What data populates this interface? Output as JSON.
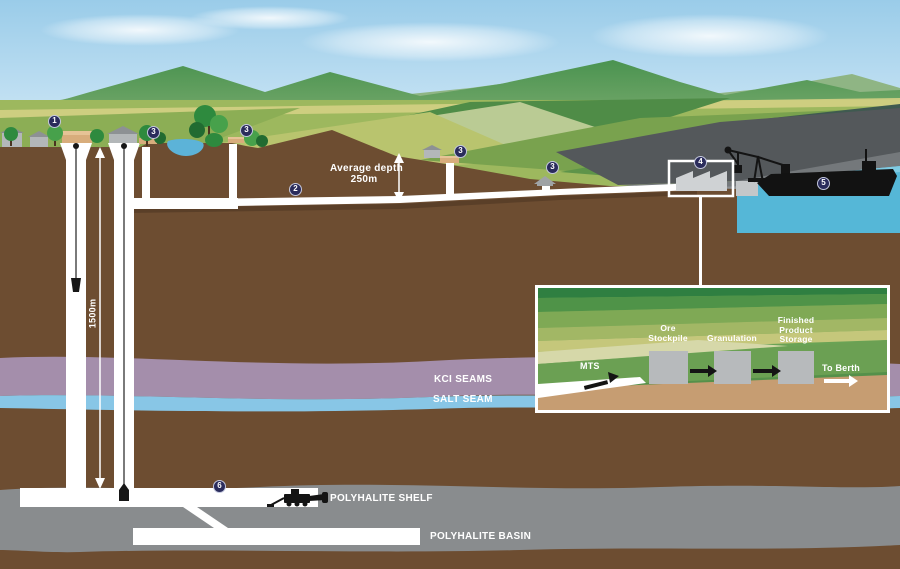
{
  "diagram": {
    "type": "polyhalite-mine-cross-section",
    "depth_labels": {
      "average_depth_line1": "Average depth",
      "average_depth_line2": "250m",
      "shaft_depth": "1500m"
    },
    "geology": {
      "kci_seams": "KCI SEAMS",
      "salt_seam": "SALT SEAM",
      "polyhalite_shelf": "POLYHALITE SHELF",
      "polyhalite_basin": "POLYHALITE BASIN"
    },
    "markers": [
      {
        "label": "1"
      },
      {
        "label": "2"
      },
      {
        "label": "3"
      },
      {
        "label": "3"
      },
      {
        "label": "3"
      },
      {
        "label": "3"
      },
      {
        "label": "4"
      },
      {
        "label": "5"
      },
      {
        "label": "6"
      }
    ],
    "inset": {
      "mts_label": "MTS",
      "stations": [
        "Ore Stockpile",
        "Granulation",
        "Finished Product Storage"
      ],
      "to_berth_label": "To Berth"
    },
    "colors": {
      "marker_navy": "#2a2c5c",
      "kci_purple": "#a48eab",
      "salt_blue": "#88c6e6",
      "polyhalite_grey": "#898c8e",
      "water_blue": "#55b7d7",
      "earth_brown": "#6d4d31"
    }
  }
}
